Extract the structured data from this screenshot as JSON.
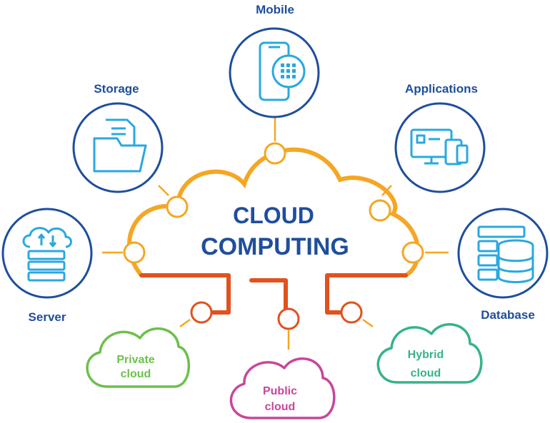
{
  "title": {
    "line1": "CLOUD",
    "line2": "COMPUTING"
  },
  "services": [
    {
      "label": "Mobile",
      "icon": "mobile-icon"
    },
    {
      "label": "Storage",
      "icon": "folder-icon"
    },
    {
      "label": "Applications",
      "icon": "applications-icon"
    },
    {
      "label": "Server",
      "icon": "server-icon"
    },
    {
      "label": "Database",
      "icon": "database-icon"
    }
  ],
  "cloud_types": [
    {
      "line1": "Private",
      "line2": "cloud"
    },
    {
      "line1": "Public",
      "line2": "cloud"
    },
    {
      "line1": "Hybrid",
      "line2": "cloud"
    }
  ],
  "colors": {
    "blue": "#1E73BE",
    "title": "#1F4E9C",
    "orange": "#F5A623",
    "red": "#E0521E",
    "green": "#6CC04A",
    "pink": "#C8469B",
    "teal": "#36B38A"
  }
}
